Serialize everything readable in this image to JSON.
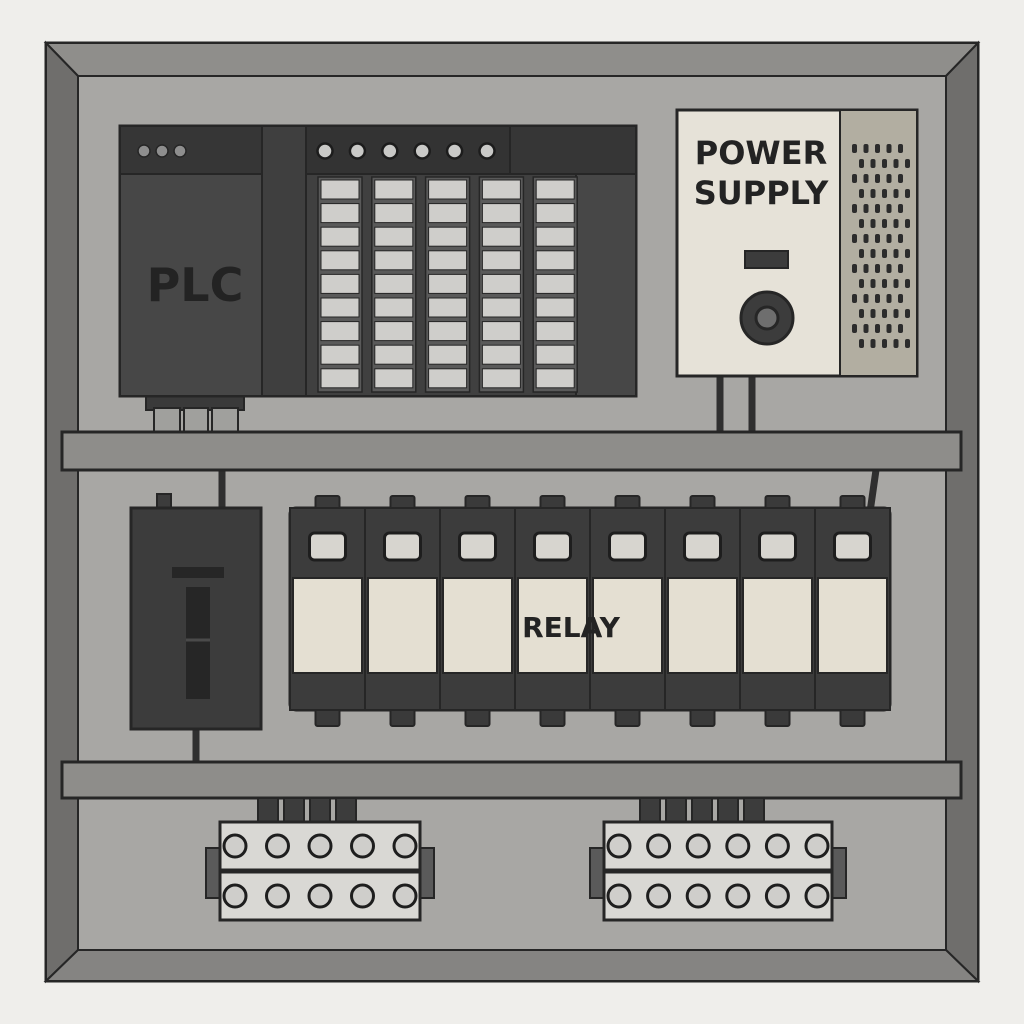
{
  "labels": {
    "plc": "PLC",
    "power_supply_line1": "POWER",
    "power_supply_line2": "SUPPLY",
    "relay": "RELAY"
  },
  "colors": {
    "background": "#efeeeb",
    "enclosure_frame": "#7c7b79",
    "backplate": "#a8a7a4",
    "din_rail": "#8e8d8a",
    "module_dark": "#3c3c3c",
    "module_panel": "#474747",
    "io_slot": "#cfcecb",
    "psu_body": "#e6e2d8",
    "relay_face": "#e4dfd2",
    "outline": "#262626"
  },
  "counts": {
    "plc_status_leds": 3,
    "io_leds": 6,
    "io_modules": 5,
    "io_slots_per_module": 9,
    "relay_modules": 8,
    "terminal_blocks": [
      {
        "name": "terminal-block-left",
        "terminals_per_row": 5,
        "rows": 2
      },
      {
        "name": "terminal-block-right",
        "terminals_per_row": 6,
        "rows": 2
      }
    ]
  }
}
